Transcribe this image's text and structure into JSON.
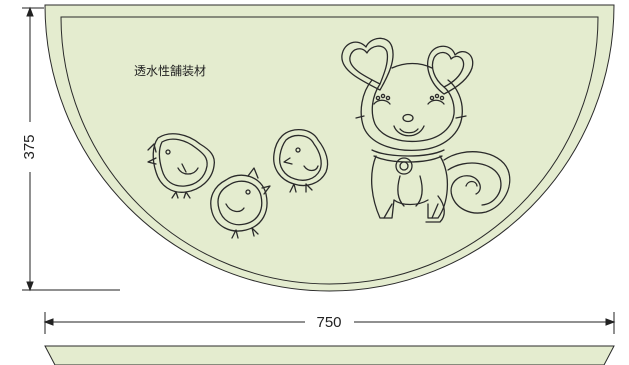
{
  "label": "透水性舗装材",
  "dimensions": {
    "width": "750",
    "height": "375"
  },
  "colors": {
    "panel_fill": "#e4eccf",
    "outline": "#2a2a2a",
    "background": "#ffffff"
  },
  "figures": [
    {
      "name": "dog-figure"
    },
    {
      "name": "chick-figure-left"
    },
    {
      "name": "chick-figure-middle"
    },
    {
      "name": "chick-figure-right"
    }
  ]
}
